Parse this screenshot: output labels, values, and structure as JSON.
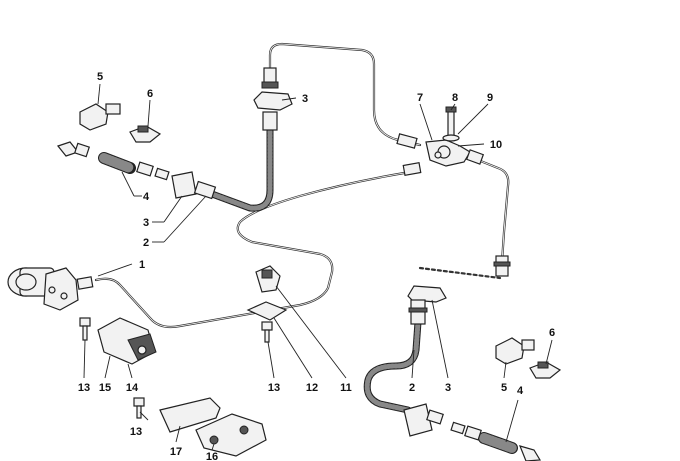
{
  "callouts": [
    {
      "id": "c5a",
      "text": "5"
    },
    {
      "id": "c6a",
      "text": "6"
    },
    {
      "id": "c3a",
      "text": "3"
    },
    {
      "id": "c7",
      "text": "7"
    },
    {
      "id": "c8",
      "text": "8"
    },
    {
      "id": "c9",
      "text": "9"
    },
    {
      "id": "c10",
      "text": "10"
    },
    {
      "id": "c4a",
      "text": "4"
    },
    {
      "id": "c3b",
      "text": "3"
    },
    {
      "id": "c2a",
      "text": "2"
    },
    {
      "id": "c1",
      "text": "1"
    },
    {
      "id": "c13a",
      "text": "13"
    },
    {
      "id": "c15",
      "text": "15"
    },
    {
      "id": "c14",
      "text": "14"
    },
    {
      "id": "c13b",
      "text": "13"
    },
    {
      "id": "c12",
      "text": "12"
    },
    {
      "id": "c11",
      "text": "11"
    },
    {
      "id": "c13c",
      "text": "13"
    },
    {
      "id": "c17",
      "text": "17"
    },
    {
      "id": "c16",
      "text": "16"
    },
    {
      "id": "c2b",
      "text": "2"
    },
    {
      "id": "c3c",
      "text": "3"
    },
    {
      "id": "c5b",
      "text": "5"
    },
    {
      "id": "c6b",
      "text": "6"
    },
    {
      "id": "c4b",
      "text": "4"
    }
  ]
}
